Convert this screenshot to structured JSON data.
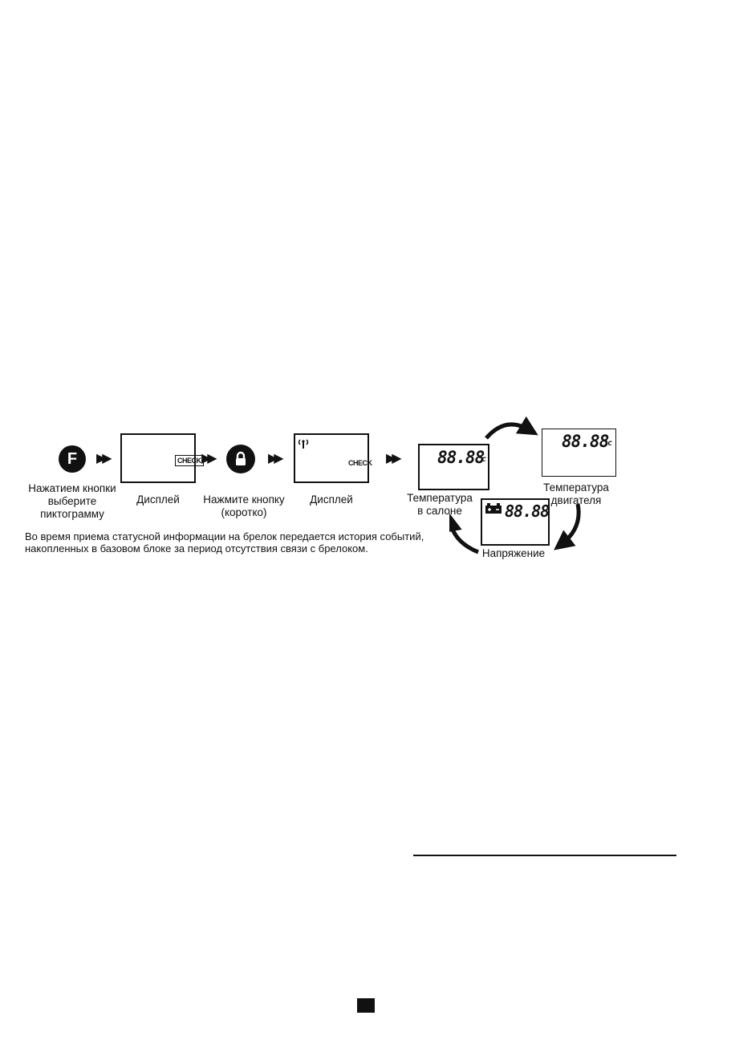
{
  "flow": {
    "step1_button_letter": "F",
    "step1_caption": [
      "Нажатием кнопки",
      "выберите",
      "пиктограмму"
    ],
    "step2_caption": "Дисплей",
    "step2_display_tag": "CHECK",
    "step3_caption": [
      "Нажмите кнопку",
      "(коротко)"
    ],
    "step4_caption": "Дисплей",
    "step4_display_tag": "CHECK"
  },
  "cycle": {
    "cabin_temp": {
      "caption": [
        "Температура",
        "в салоне"
      ],
      "reading": "88.88",
      "unit": "°c"
    },
    "engine_temp": {
      "caption": [
        "Температура",
        "двигателя"
      ],
      "reading": "88.88",
      "unit": "°c"
    },
    "voltage": {
      "caption": "Напряжение",
      "reading": "88.88"
    }
  },
  "note": [
    "Во время приема статусной информации на брелок передается история событий,",
    "накопленных в базовом блоке за период отсутствия связи с брелоком."
  ],
  "icons": [
    "f-button-icon",
    "lock-button-icon",
    "antenna-icon",
    "battery-icon",
    "fast-forward-arrow-icon",
    "cycle-arrow-icon"
  ]
}
